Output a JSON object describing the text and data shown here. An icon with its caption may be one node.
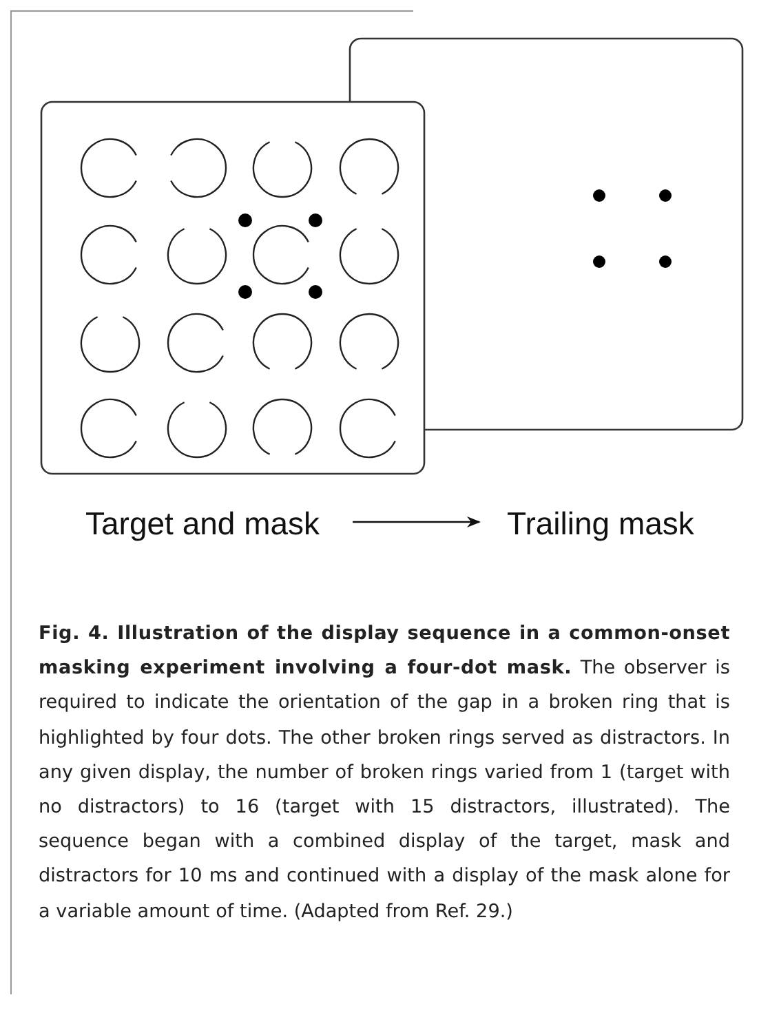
{
  "diagram": {
    "caption": "**Fig. 4. Illustration of the display sequence in a common-onset masking experiment involving a four-dot mask.** The observer is required to indicate the orientation of the gap in a broken ring that is highlighted by four dots. The other broken rings served as distractors. In any given display, the number of broken rings varied from 1 (target with no distractors) to 16 (target with 15 distractors, illustrated). The sequence began with a combined display of the target, mask and distractors for 10 ms and continued with a display of the mask alone for a variable amount of time. (Adapted from Ref. 29.)",
    "nodes": [
      {
        "text": [
          "Target and mask"
        ]
      },
      {
        "text": [
          "Trailing mask"
        ]
      }
    ],
    "edges": [
      {
        "from": 0,
        "to": 1,
        "arrow": "to"
      }
    ]
  }
}
